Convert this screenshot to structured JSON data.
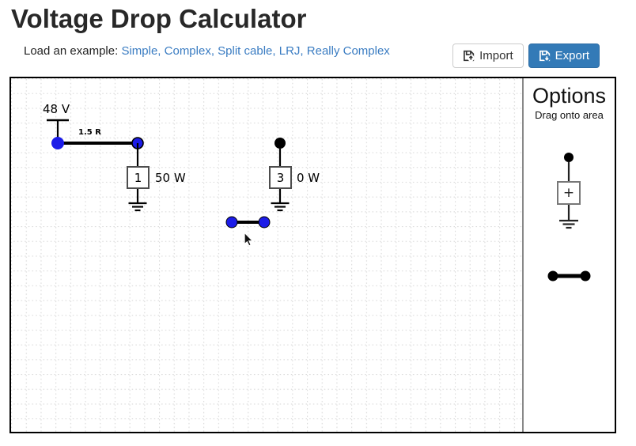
{
  "header": {
    "title": "Voltage Drop Calculator"
  },
  "examples": {
    "label": "Load an example:",
    "separator": ", ",
    "links": [
      "Simple",
      "Complex",
      "Split cable",
      "LRJ",
      "Really Complex"
    ]
  },
  "toolbar": {
    "import_label": "Import",
    "export_label": "Export"
  },
  "canvas": {
    "source": {
      "voltage_label": "48 V"
    },
    "cable_main": {
      "resistance_label": "1.5 R"
    },
    "load1": {
      "id": "1",
      "power_label": "50 W"
    },
    "load3": {
      "id": "3",
      "power_label": "0 W"
    }
  },
  "sidebar": {
    "title": "Options",
    "subtitle": "Drag onto area",
    "load_template": {
      "symbol": "+"
    }
  },
  "colors": {
    "link": "#3a7cc2",
    "export_button": "#337ab7",
    "endpoint_blue": "#1c1ce8",
    "wire": "#000000",
    "grid_dot": "#d9d9d9"
  }
}
